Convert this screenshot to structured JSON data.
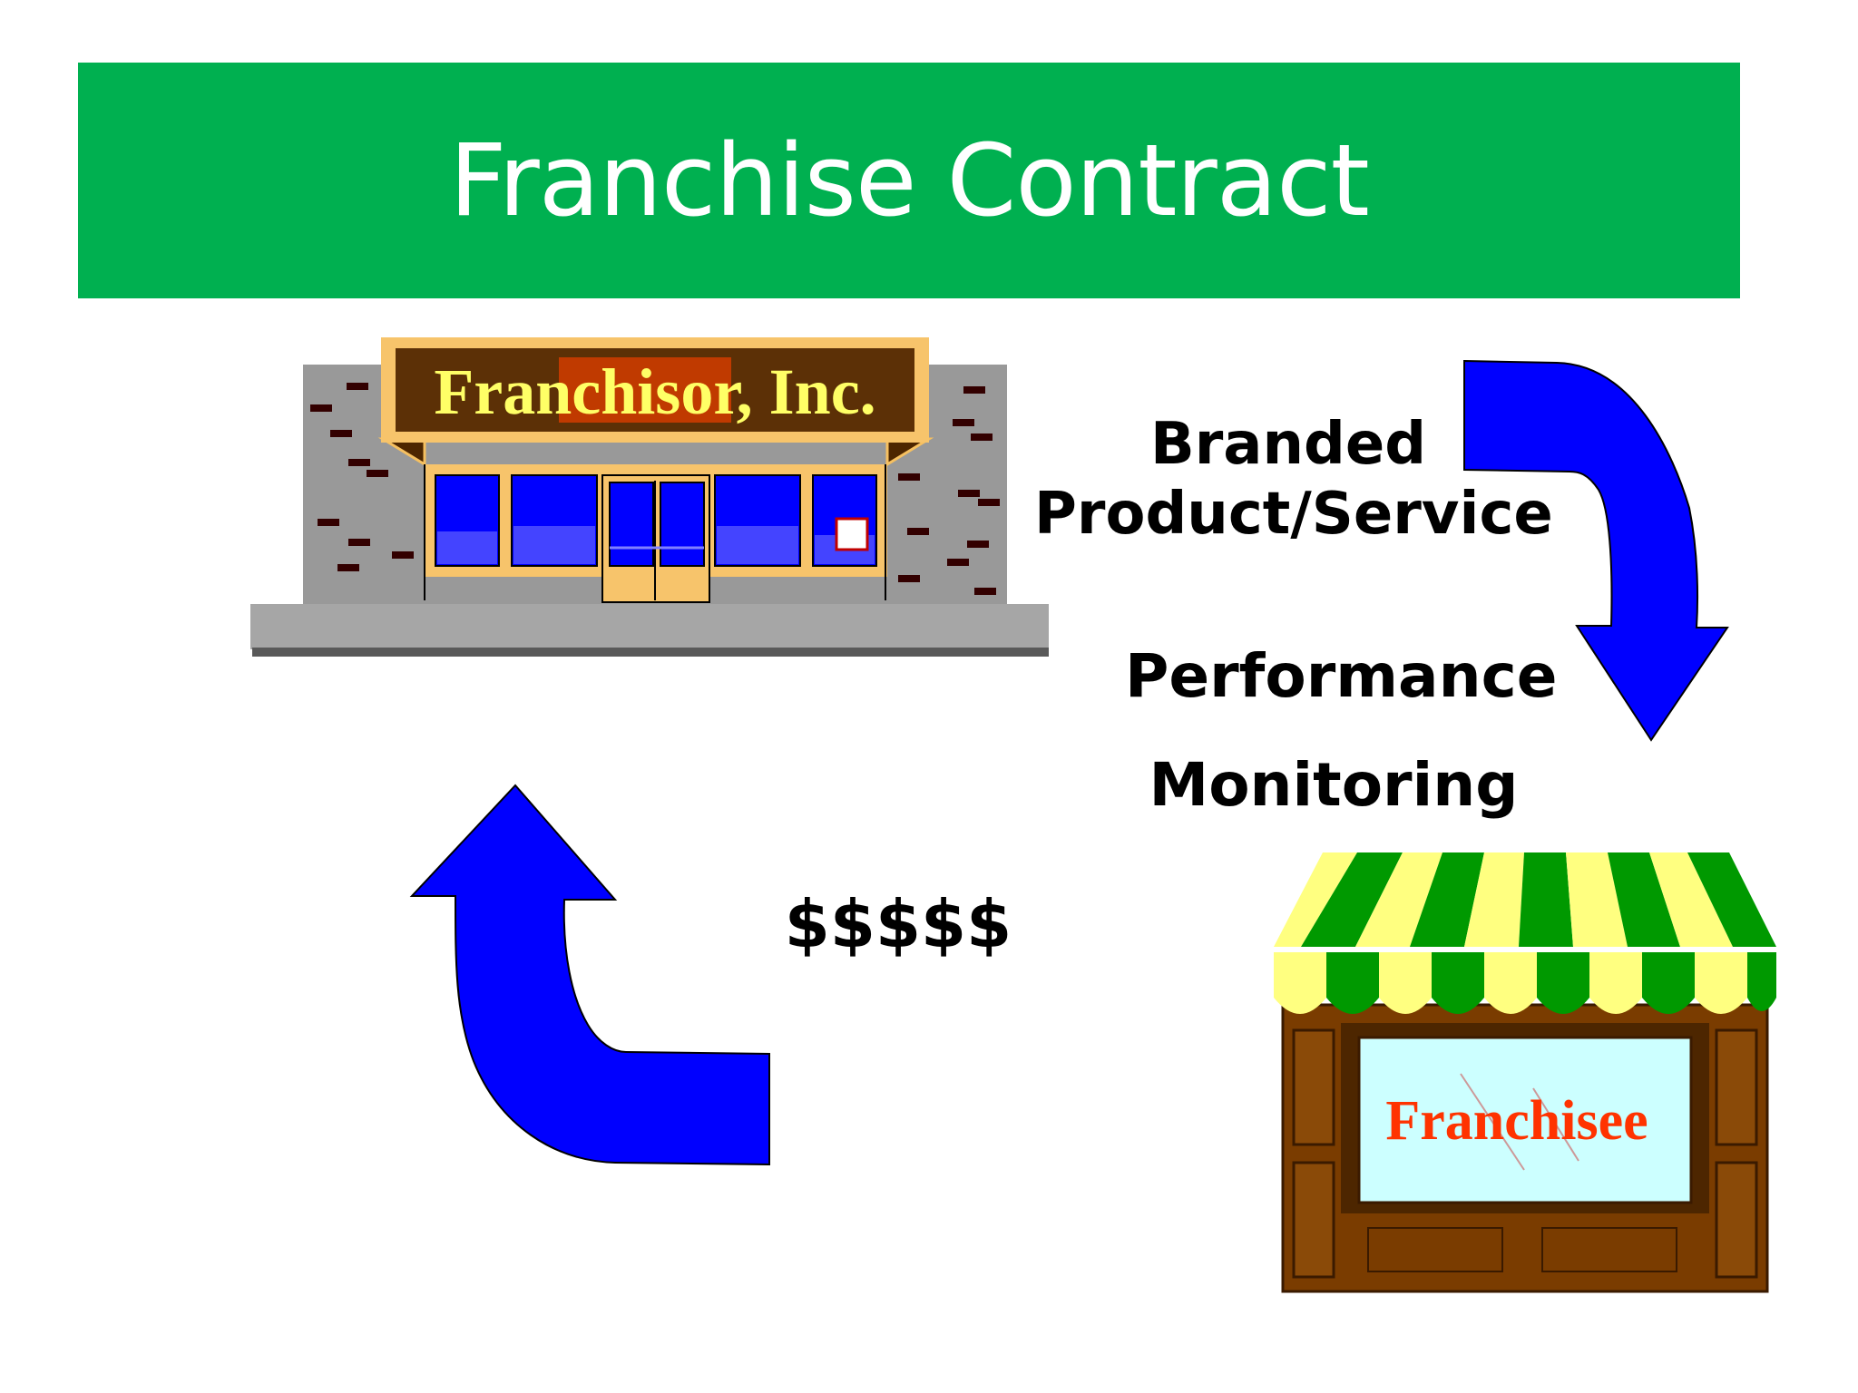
{
  "title": "Franchise Contract",
  "colors": {
    "title_bar": "#00b050",
    "title_text": "#ffffff",
    "arrow_fill": "#0000ff",
    "franchisor_sign_text": "#ffff66",
    "franchisee_text": "#ff3300"
  },
  "franchisor": {
    "sign_text": "Franchisor, Inc."
  },
  "franchisee": {
    "sign_text": "Franchisee"
  },
  "flows": {
    "product_line1": "Branded",
    "product_line2": "Product/Service",
    "performance": "Performance",
    "monitoring": "Monitoring",
    "money": "$$$$$"
  },
  "icons": [
    "franchisor-store-icon",
    "franchisee-store-icon",
    "down-curved-arrow-icon",
    "up-curved-arrow-icon"
  ]
}
